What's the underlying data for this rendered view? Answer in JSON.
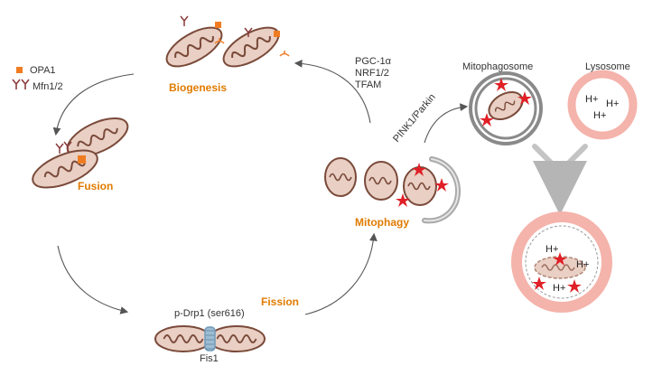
{
  "legend": {
    "opa1_label": "OPA1",
    "mfn_label": "Mfn1/2"
  },
  "stages": {
    "biogenesis": "Biogenesis",
    "fusion": "Fusion",
    "fission": "Fission",
    "mitophagy": "Mitophagy"
  },
  "factors": {
    "pgc1a": "PGC-1α",
    "nrf": "NRF1/2",
    "tfam": "TFAM",
    "pink_parkin": "PINK1/Parkin",
    "pdrp1": "p-Drp1 (ser616)",
    "fis1": "Fis1"
  },
  "compartments": {
    "mitophagosome": "Mitophagosome",
    "lysosome": "Lysosome"
  },
  "proton_label": "H+",
  "colors": {
    "mito_fill": "#e9cfc4",
    "mito_stroke": "#7a4a3a",
    "accent": "#e07b00",
    "opa1": "#f07c22",
    "mfn": "#8a3b3b",
    "star": "#e01f26",
    "lysosome": "#f4b3ab",
    "arrow": "#555555",
    "drp1": "#6f9ab8"
  }
}
